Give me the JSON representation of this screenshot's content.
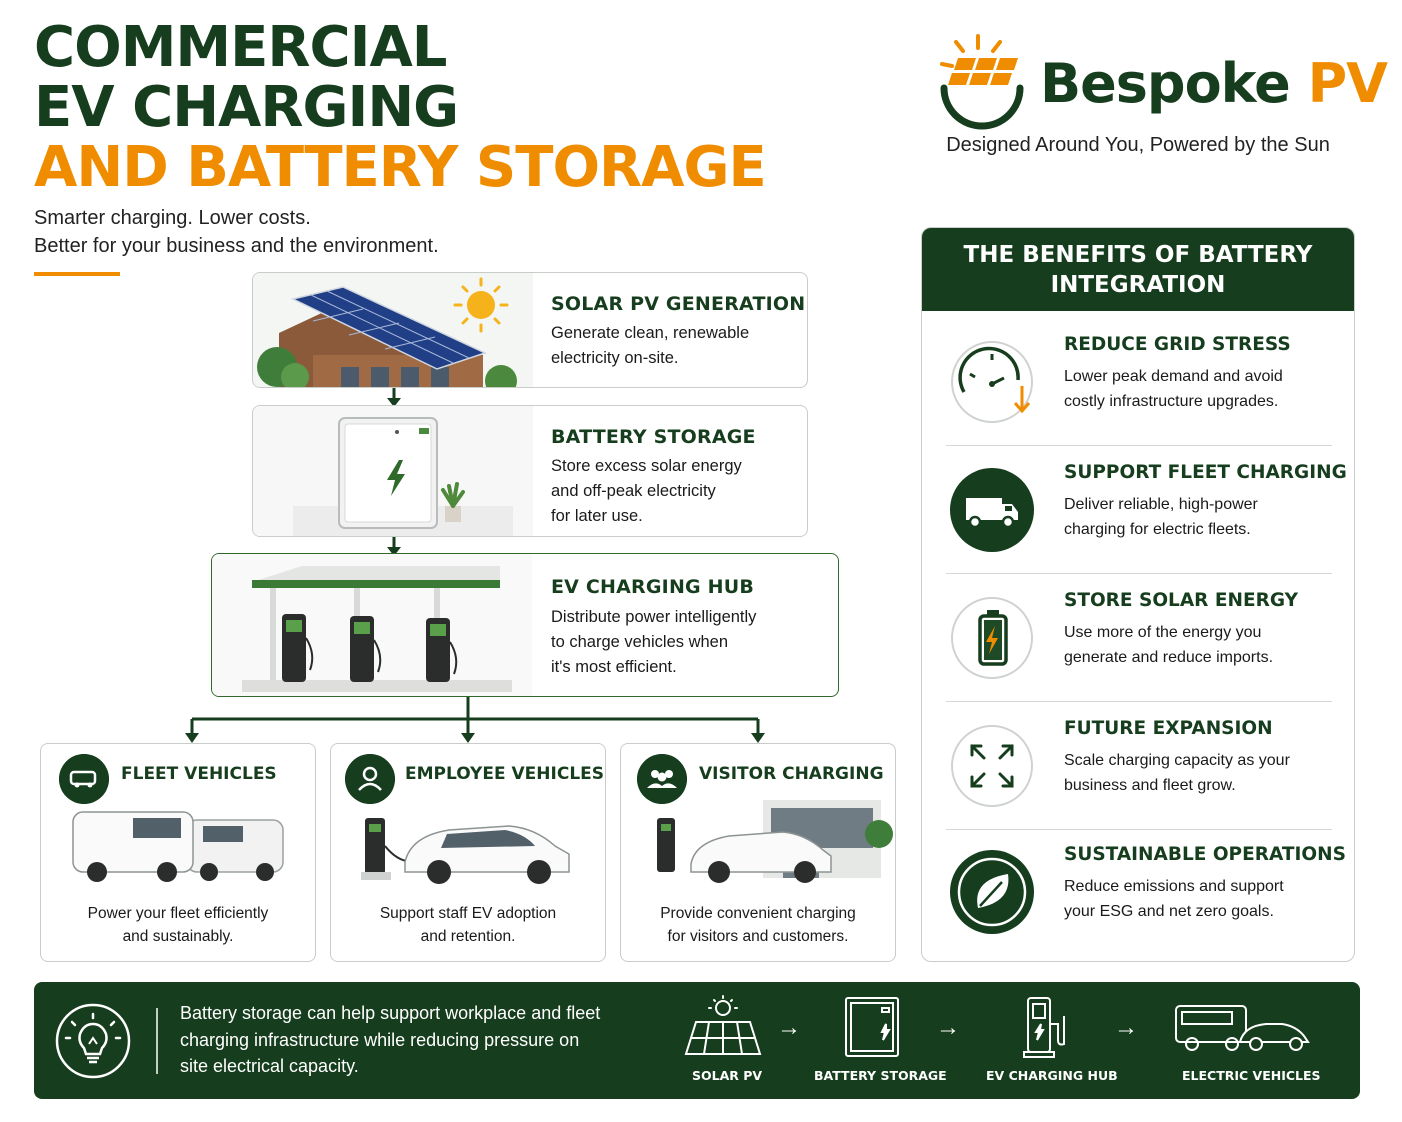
{
  "header": {
    "title_line1": "COMMERCIAL",
    "title_line2": "EV CHARGING",
    "title_line3": "AND BATTERY STORAGE",
    "subtitle_line1": "Smarter charging. Lower costs.",
    "subtitle_line2": "Better for your business and the environment."
  },
  "brand": {
    "name_part1": "Bespoke",
    "name_part2": "PV",
    "tagline": "Designed Around You, Powered by the Sun"
  },
  "flow": [
    {
      "title": "SOLAR PV GENERATION",
      "lines": [
        "Generate clean, renewable",
        "electricity on-site."
      ]
    },
    {
      "title": "BATTERY STORAGE",
      "lines": [
        "Store excess solar energy",
        "and off-peak electricity",
        "for later use."
      ]
    },
    {
      "title": "EV CHARGING HUB",
      "lines": [
        "Distribute power intelligently",
        "to charge vehicles when",
        "it's most efficient."
      ]
    }
  ],
  "destinations": [
    {
      "title": "FLEET VEHICLES",
      "lines": [
        "Power your fleet efficiently",
        "and sustainably."
      ]
    },
    {
      "title": "EMPLOYEE VEHICLES",
      "lines": [
        "Support staff EV adoption",
        "and retention."
      ]
    },
    {
      "title": "VISITOR CHARGING",
      "lines": [
        "Provide convenient charging",
        "for visitors and customers."
      ]
    }
  ],
  "benefits": {
    "heading_line1": "THE BENEFITS OF BATTERY",
    "heading_line2": "INTEGRATION",
    "items": [
      {
        "title": "REDUCE GRID STRESS",
        "lines": [
          "Lower peak demand and avoid",
          "costly infrastructure upgrades."
        ],
        "icon": "gauge-icon"
      },
      {
        "title": "SUPPORT FLEET CHARGING",
        "lines": [
          "Deliver reliable, high-power",
          "charging for electric fleets."
        ],
        "icon": "van-icon"
      },
      {
        "title": "STORE SOLAR ENERGY",
        "lines": [
          "Use more of the energy you",
          "generate and reduce imports."
        ],
        "icon": "battery-icon"
      },
      {
        "title": "FUTURE EXPANSION",
        "lines": [
          "Scale charging capacity as your",
          "business and fleet grow."
        ],
        "icon": "expand-icon"
      },
      {
        "title": "SUSTAINABLE OPERATIONS",
        "lines": [
          "Reduce emissions and support",
          "your ESG and net zero goals."
        ],
        "icon": "leaf-icon"
      }
    ]
  },
  "banner": {
    "lines": [
      "Battery storage can help support workplace and fleet",
      "charging infrastructure while reducing pressure on",
      "site electrical capacity."
    ],
    "flow_labels": [
      "SOLAR PV",
      "BATTERY STORAGE",
      "EV CHARGING HUB",
      "ELECTRIC VEHICLES"
    ],
    "arrow": "→"
  },
  "colors": {
    "dark_green": "#163d1d",
    "orange": "#f08c00",
    "border_grey": "#c9cdc9"
  }
}
